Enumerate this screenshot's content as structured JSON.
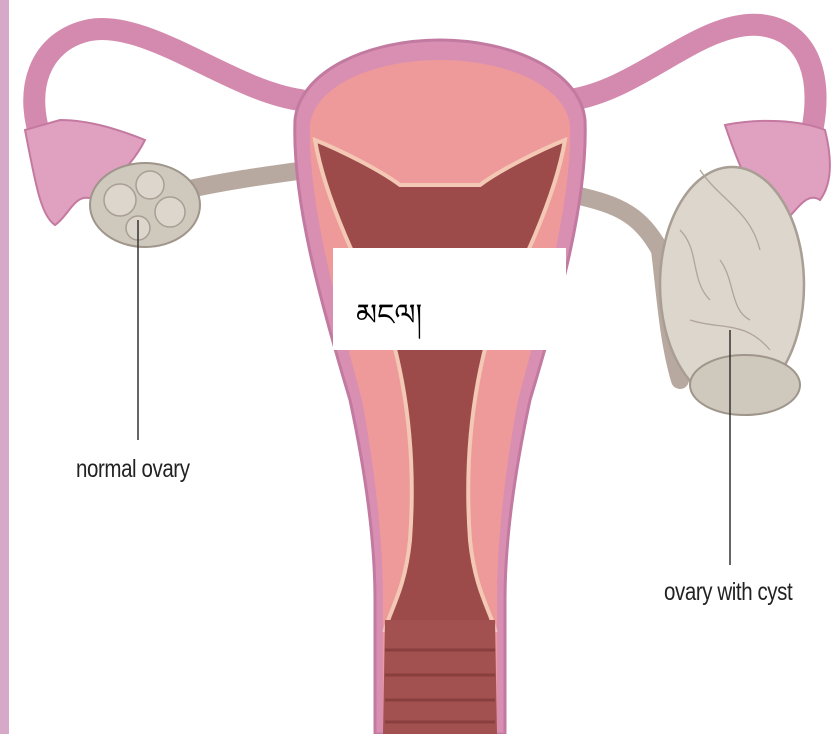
{
  "labels": {
    "normal_ovary": "normal ovary",
    "ovary_with_cyst": "ovary with cyst",
    "overlay_text": "མངལ།"
  },
  "colors": {
    "strip": "#d6a9c8",
    "tissue_outer": "#d98fb2",
    "tissue_inner": "#ee9a9a",
    "canal": "#9c4a4a",
    "ovary": "#cfc8bd",
    "cyst": "#ddd6cc",
    "pointer_line": "#333333"
  }
}
